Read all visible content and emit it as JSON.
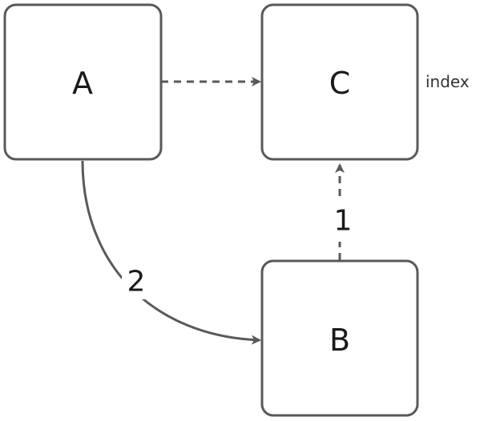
{
  "diagram": {
    "nodes": {
      "a": {
        "label": "A"
      },
      "b": {
        "label": "B"
      },
      "c": {
        "label": "C"
      }
    },
    "edges": {
      "a_to_c": {
        "style": "dashed"
      },
      "a_to_b": {
        "label": "2"
      },
      "b_to_c": {
        "label": "1"
      }
    },
    "annotations": {
      "c_side_label": "index"
    },
    "colors": {
      "stroke": "#595959",
      "text": "#1a1a1a"
    }
  }
}
